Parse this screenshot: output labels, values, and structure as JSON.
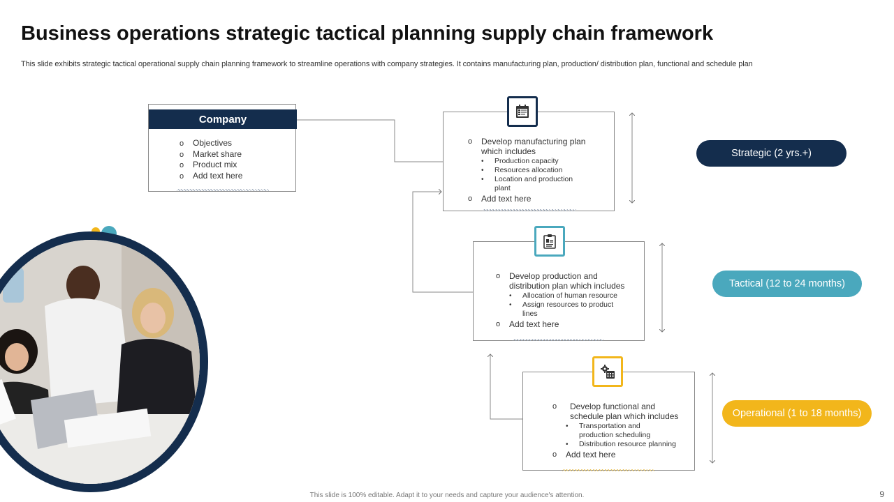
{
  "title": "Business operations strategic tactical planning supply chain framework",
  "subtitle": "This slide exhibits strategic tactical operational supply chain planning framework to streamline operations with company strategies. It contains manufacturing plan, production/ distribution plan, functional and schedule plan",
  "company": {
    "heading": "Company",
    "items": [
      "Objectives",
      "Market share",
      "Product mix",
      "Add text here"
    ]
  },
  "strategic_box": {
    "intro": "Develop manufacturing plan which includes",
    "subitems": [
      "Production capacity",
      "Resources allocation",
      "Location and production plant"
    ],
    "extra": "Add text here",
    "icon": "planning-checklist-icon"
  },
  "tactical_box": {
    "intro": "Develop production and distribution plan which includes",
    "subitems": [
      "Allocation of human resource",
      "Assign resources to product lines"
    ],
    "extra": "Add text here",
    "icon": "clipboard-report-icon"
  },
  "operational_box": {
    "intro": "Develop functional and schedule plan which includes",
    "subitems": [
      "Transportation and production scheduling",
      "Distribution resource planning"
    ],
    "extra": "Add text here",
    "icon": "gear-calendar-icon"
  },
  "pills": {
    "strategic": "Strategic (2 yrs.+)",
    "tactical": "Tactical (12 to 24 months)",
    "operational": "Operational (1 to 18 months)"
  },
  "footer": "This slide is 100% editable. Adapt it to your needs and capture your audience's attention.",
  "page_number": "9",
  "colors": {
    "navy": "#142d4d",
    "teal": "#4aa8bd",
    "yellow": "#f2b61b",
    "dot_yellow": "#f2b61b",
    "dot_teal": "#4aa8bd"
  }
}
